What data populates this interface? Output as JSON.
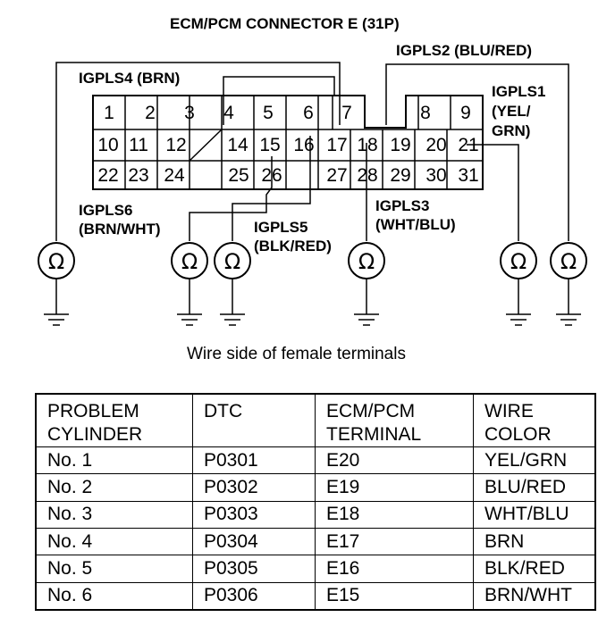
{
  "connector": {
    "title": "ECM/PCM CONNECTOR E (31P)",
    "caption": "Wire side of female terminals",
    "row1": [
      "1",
      "2",
      "3",
      "4",
      "5",
      "6",
      "7",
      "8",
      "9"
    ],
    "row2": [
      "10",
      "11",
      "12",
      "14",
      "15",
      "16",
      "17",
      "18",
      "19",
      "20",
      "21"
    ],
    "row3": [
      "22",
      "23",
      "24",
      "25",
      "26",
      "27",
      "28",
      "29",
      "30",
      "31"
    ]
  },
  "labels": {
    "igpls4": "IGPLS4 (BRN)",
    "igpls2": "IGPLS2 (BLU/RED)",
    "igpls1_a": "IGPLS1",
    "igpls1_b": "(YEL/",
    "igpls1_c": "GRN)",
    "igpls6_a": "IGPLS6",
    "igpls6_b": "(BRN/WHT)",
    "igpls5_a": "IGPLS5",
    "igpls5_b": "(BLK/RED)",
    "igpls3_a": "IGPLS3",
    "igpls3_b": "(WHT/BLU)"
  },
  "ohm_symbol": "Ω",
  "table": {
    "headers": [
      [
        "PROBLEM",
        "CYLINDER"
      ],
      [
        "DTC",
        ""
      ],
      [
        "ECM/PCM",
        "TERMINAL"
      ],
      [
        "WIRE",
        "COLOR"
      ]
    ],
    "rows": [
      [
        "No. 1",
        "P0301",
        "E20",
        "YEL/GRN"
      ],
      [
        "No. 2",
        "P0302",
        "E19",
        "BLU/RED"
      ],
      [
        "No. 3",
        "P0303",
        "E18",
        "WHT/BLU"
      ],
      [
        "No. 4",
        "P0304",
        "E17",
        "BRN"
      ],
      [
        "No. 5",
        "P0305",
        "E16",
        "BLK/RED"
      ],
      [
        "No. 6",
        "P0306",
        "E15",
        "BRN/WHT"
      ]
    ]
  }
}
